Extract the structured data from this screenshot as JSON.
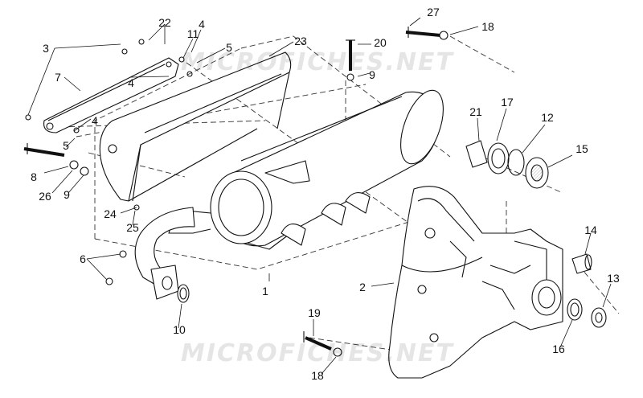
{
  "diagram": {
    "callouts": [
      "27",
      "18",
      "22",
      "4",
      "11",
      "5",
      "23",
      "20",
      "9",
      "3",
      "7",
      "4",
      "4",
      "5",
      "8",
      "26",
      "9",
      "21",
      "17",
      "12",
      "15",
      "24",
      "25",
      "6",
      "10",
      "1",
      "2",
      "14",
      "13",
      "16",
      "19",
      "18"
    ],
    "watermark": "MICROFICHES.NET"
  },
  "colors": {
    "line": "#111111",
    "dash": "#333333",
    "fill": "#ffffff",
    "shade": "#d9d9d9"
  }
}
